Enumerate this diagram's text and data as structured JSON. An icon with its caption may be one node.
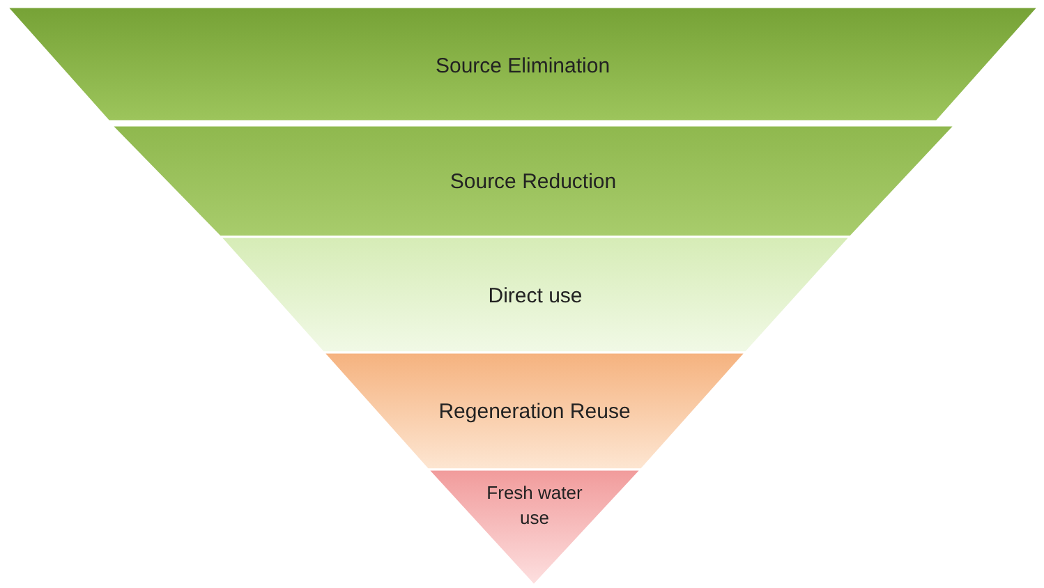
{
  "diagram": {
    "nodes": [
      {
        "text": [
          "Source Elimination"
        ]
      },
      {
        "text": [
          "Source Reduction"
        ]
      },
      {
        "text": [
          "Direct use"
        ]
      },
      {
        "text": [
          "Regeneration Reuse"
        ]
      },
      {
        "text": [
          "Fresh water use"
        ]
      }
    ]
  }
}
